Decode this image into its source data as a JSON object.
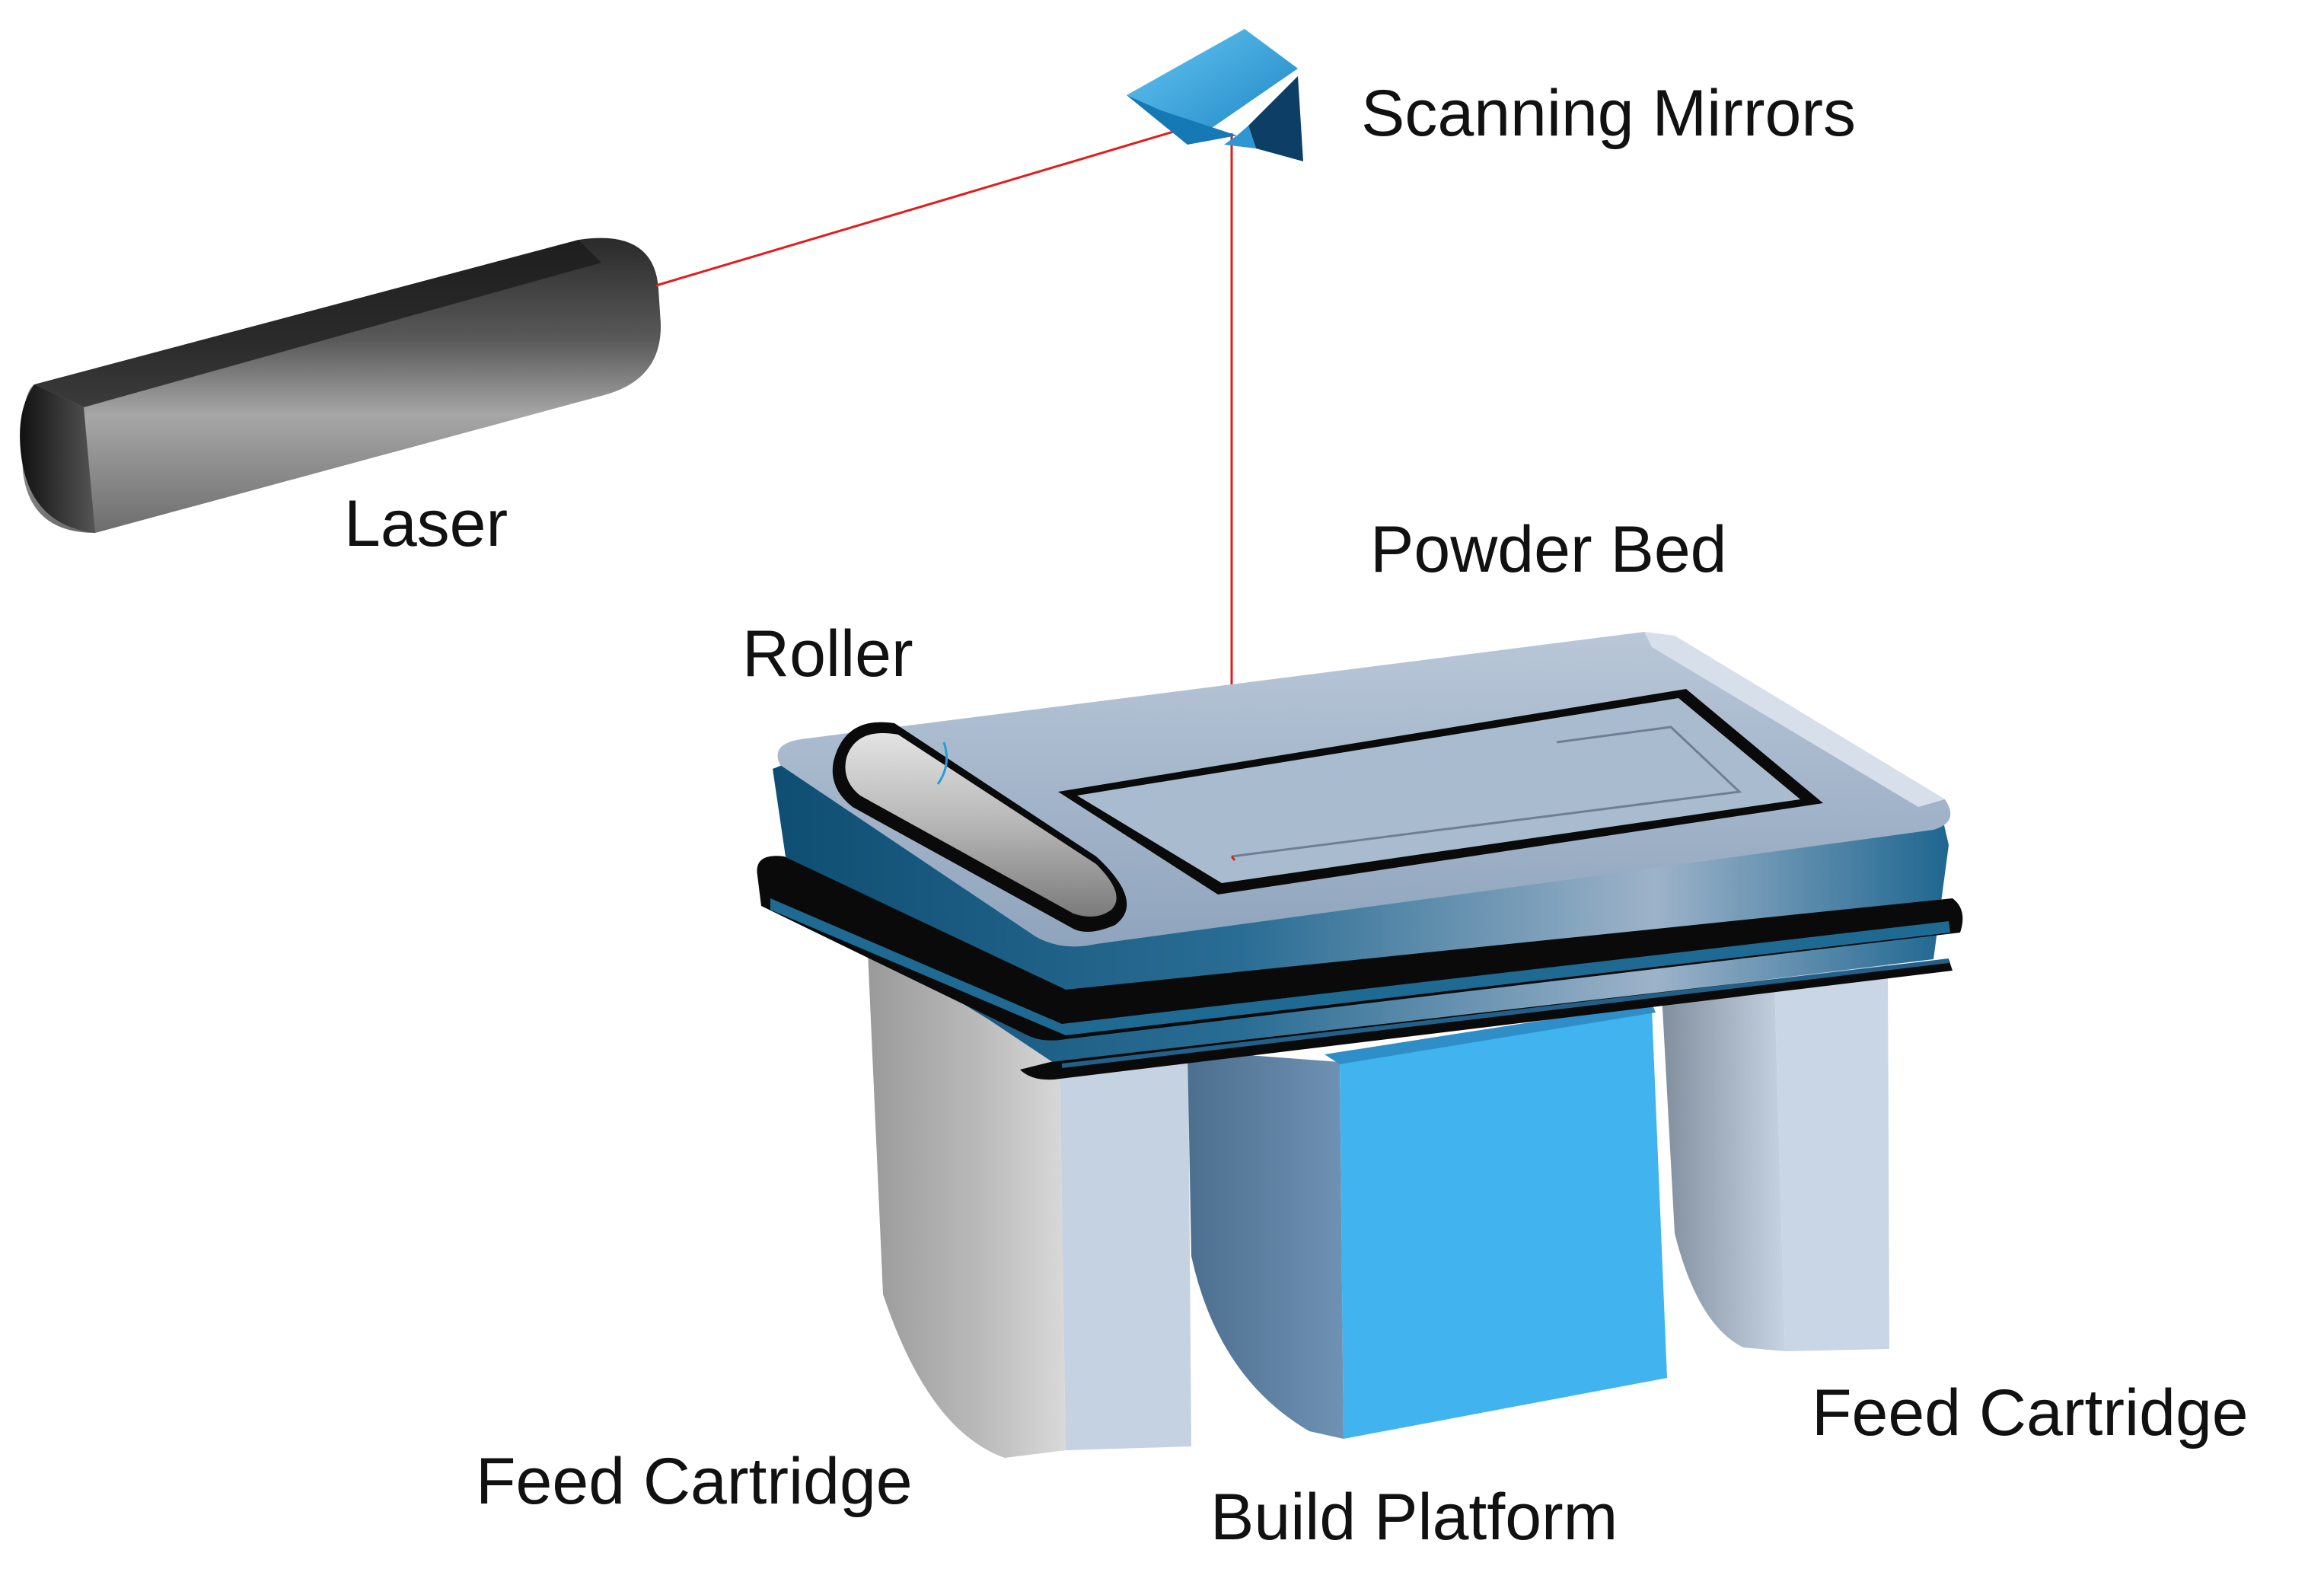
{
  "labels": {
    "scanning_mirrors": "Scanning Mirrors",
    "laser": "Laser",
    "powder_bed": "Powder Bed",
    "roller": "Roller",
    "feed_cartridge_left": "Feed Cartridge",
    "build_platform": "Build Platform",
    "feed_cartridge_right": "Feed Cartridge"
  },
  "colors": {
    "laser_beam": "#e31b1b",
    "mirror": "#2aa3e0",
    "machine_top": "#1f6a93",
    "build_platform": "#41b4ef",
    "cartridge": "#c7d3e4",
    "roller": "#b8b8b8",
    "laser_body": "#4a4a4a"
  }
}
